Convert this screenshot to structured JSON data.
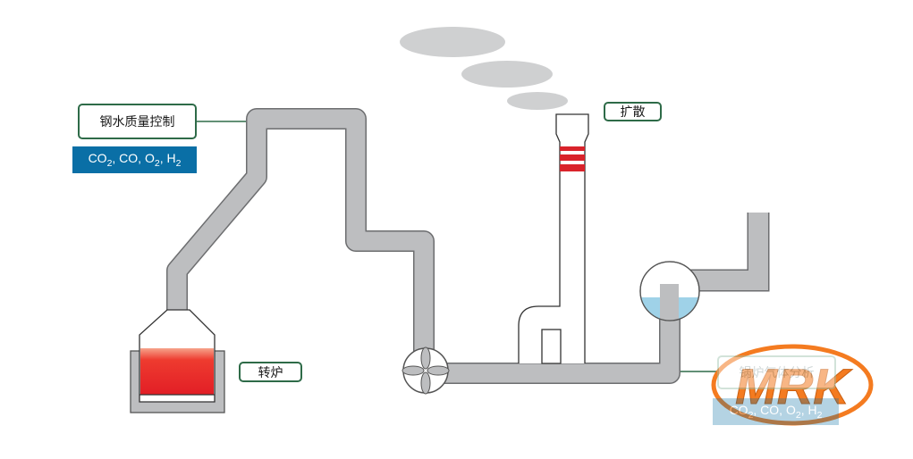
{
  "labels": {
    "steel_quality": "钢水质量控制",
    "converter": "转炉",
    "diffusion": "扩散",
    "boiler": "锅炉气体分析"
  },
  "gas": {
    "primary": "CO2, CO, O2, H2",
    "secondary": "CO2, CO, O2, H2"
  },
  "logo": {
    "text": "MRK"
  },
  "colors": {
    "pipe": "#bdbec0",
    "pipe_outline": "#6d6e70",
    "label_border": "#2e6b48",
    "gas_bg": "#0a6fa6",
    "molten_steel": "#e8232a",
    "stack_bands": "#d9232b",
    "water": "#9fd2e8",
    "smoke": "#cfd0d1",
    "logo": "#f47b20"
  }
}
